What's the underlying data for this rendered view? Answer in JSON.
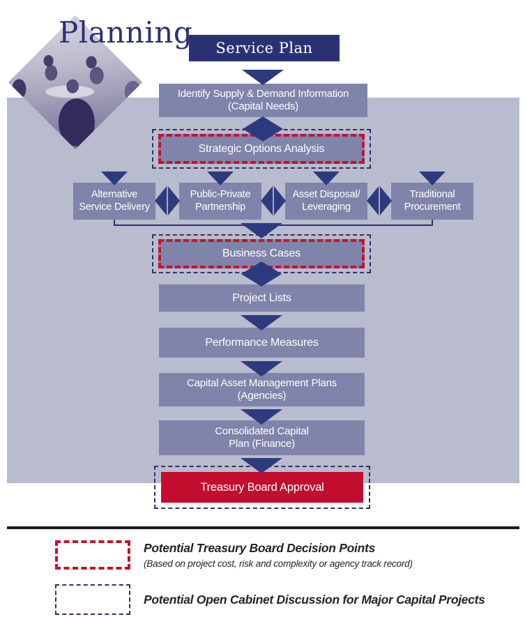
{
  "title": {
    "section": "Planning",
    "plan": "Service Plan"
  },
  "flow": {
    "identify": {
      "line1": "Identify Supply & Demand Information",
      "line2": "(Capital Needs)"
    },
    "strategic_options": "Strategic Options Analysis",
    "options": [
      {
        "line1": "Alternative",
        "line2": "Service Delivery"
      },
      {
        "line1": "Public-Private",
        "line2": "Partnership"
      },
      {
        "line1": "Asset Disposal/",
        "line2": "Leveraging"
      },
      {
        "line1": "Traditional",
        "line2": "Procurement"
      }
    ],
    "business_cases": "Business Cases",
    "project_lists": "Project Lists",
    "performance_measures": "Performance Measures",
    "capital_asset_plans": {
      "line1": "Capital Asset Management Plans",
      "line2": "(Agencies)"
    },
    "consolidated_plan": {
      "line1": "Consolidated Capital",
      "line2": "Plan (Finance)"
    },
    "treasury_approval": "Treasury Board Approval"
  },
  "legend": {
    "treasury_decision": {
      "title": "Potential Treasury Board Decision Points",
      "subtitle": "(Based on project cost, risk and complexity or agency track record)"
    },
    "open_cabinet": {
      "title": "Potential Open Cabinet Discussion for Major Capital Projects"
    }
  },
  "colors": {
    "navy": "#2b3175",
    "arrow_navy": "#2d3a7e",
    "box_fill": "#8084aa",
    "background_panel": "#b9bbce",
    "red": "#c20d2f",
    "dashed_blue": "#2a3368",
    "dashed_red": "#c8102e"
  }
}
